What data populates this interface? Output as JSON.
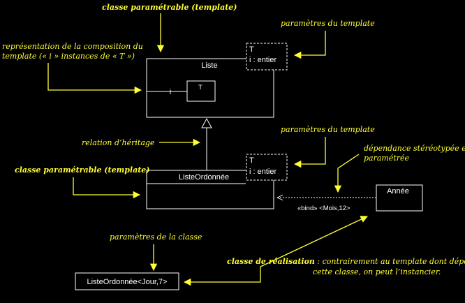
{
  "annotations": {
    "template_class_top": "classe paramétrable (template)",
    "template_params_1": "paramètres du template",
    "composition_line1": "représentation de la composition du",
    "composition_line2": "template (« i » instances de « T »)",
    "inheritance": "relation d’héritage",
    "template_params_2": "paramètres du template",
    "dependency_line1": "dépendance stéréotypée et",
    "dependency_line2": "paramétrée",
    "template_class_mid": "classe paramétrable (template)",
    "class_params": "paramètres de la classe",
    "realisation_bold": "classe de réalisation",
    "realisation_sep": " :  ",
    "realisation_rest1": "contrairement au template dont dépend",
    "realisation_rest2": "cette classe, on peut l’instancier."
  },
  "uml": {
    "liste": "Liste",
    "liste_param_t": "T",
    "liste_param_i": "i : entier",
    "composition_label": "i",
    "inner_t": "T",
    "liste_ordonnee": "ListeOrdonnée",
    "lo_param_t": "T",
    "lo_param_i": "i : entier",
    "annee": "Année",
    "bind_label": "«bind» <Mois,12>",
    "realisation_class": "ListeOrdonnée<Jour,7>"
  },
  "colors": {
    "background": "#000000",
    "annotation": "#ffff33",
    "uml": "#ffffff"
  }
}
